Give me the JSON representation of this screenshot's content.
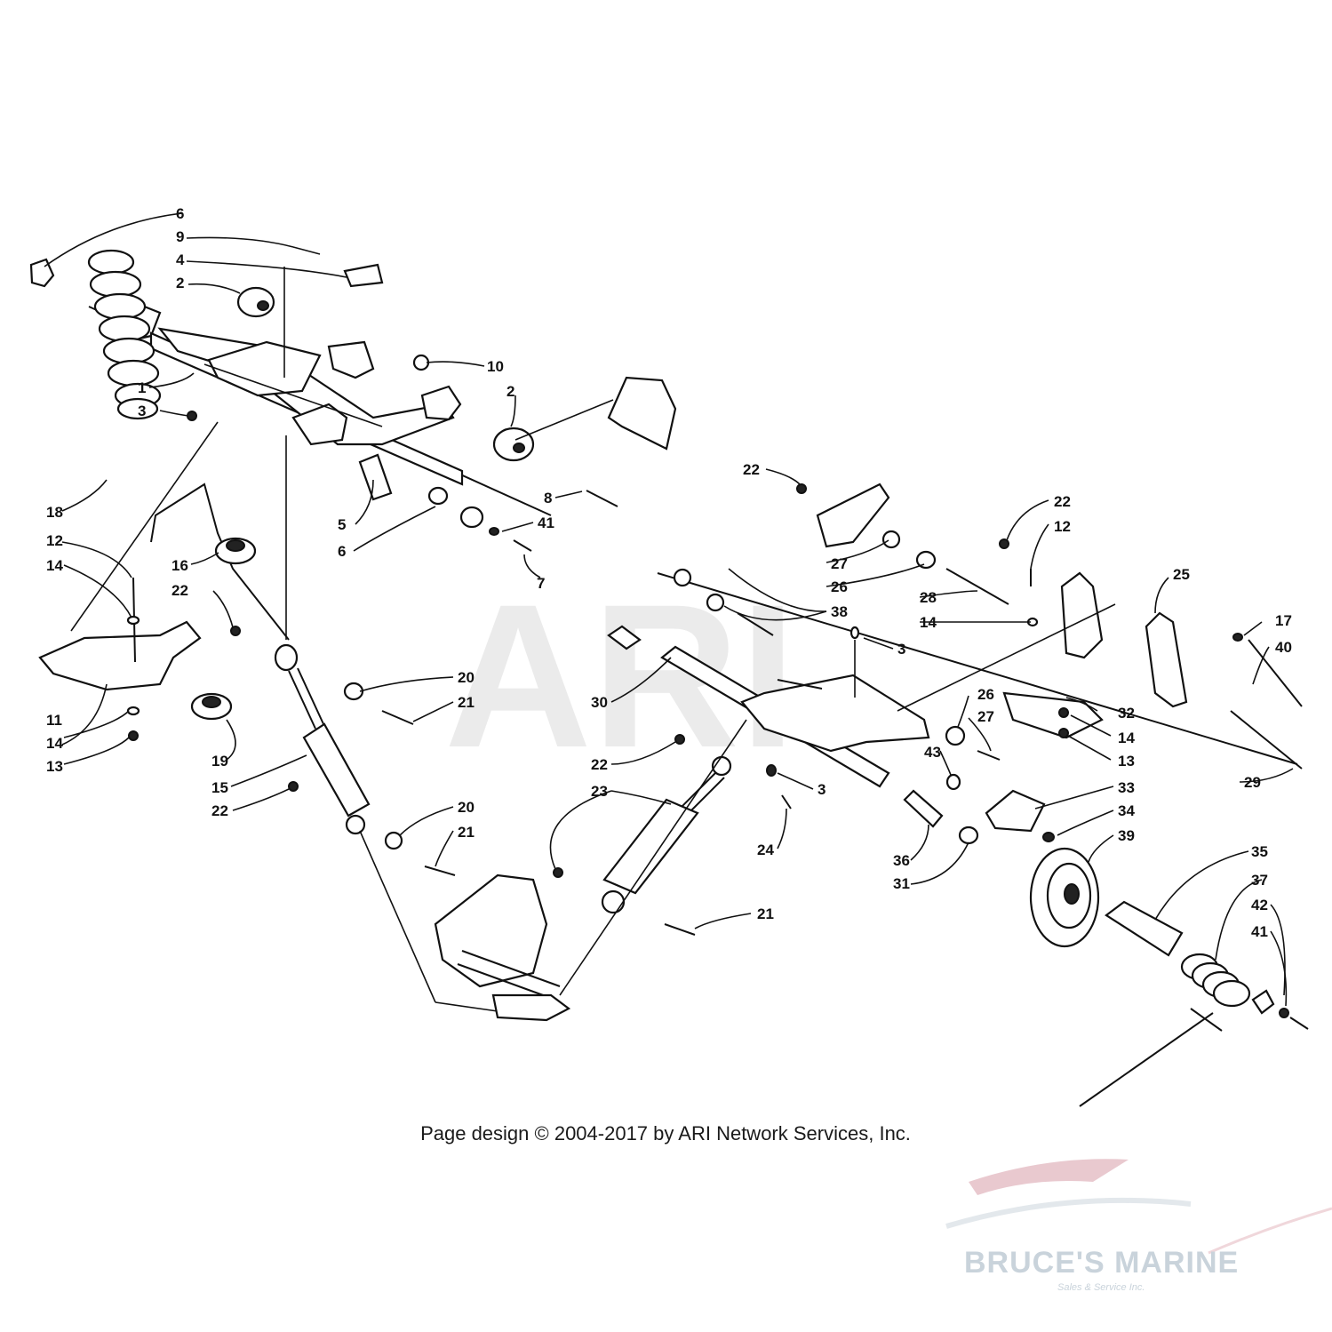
{
  "watermark": {
    "text": "ARI"
  },
  "copyright": "Page design © 2004-2017 by ARI Network Services, Inc.",
  "dealer_logo": {
    "name": "BRUCE'S MARINE",
    "tagline": "Sales & Service Inc."
  },
  "callouts": {
    "c1": "6",
    "c2": "9",
    "c3": "4",
    "c4": "2",
    "c5": "10",
    "c6": "1",
    "c7": "3",
    "c8": "2",
    "c9": "18",
    "c10": "8",
    "c11": "5",
    "c12": "41",
    "c13": "6",
    "c14": "12",
    "c15": "14",
    "c16": "16",
    "c17": "7",
    "c18": "22",
    "c19": "20",
    "c20": "21",
    "c21": "11",
    "c22": "14",
    "c23": "13",
    "c24": "19",
    "c25": "15",
    "c26": "22",
    "c27": "20",
    "c28": "21",
    "c29": "22",
    "c30": "22",
    "c31": "12",
    "c32": "27",
    "c33": "26",
    "c34": "28",
    "c35": "25",
    "c36": "38",
    "c37": "14",
    "c38": "17",
    "c39": "40",
    "c40": "3",
    "c41": "30",
    "c42": "26",
    "c43": "27",
    "c44": "32",
    "c45": "14",
    "c46": "22",
    "c47": "23",
    "c48": "3",
    "c49": "43",
    "c50": "13",
    "c51": "29",
    "c52": "33",
    "c53": "24",
    "c54": "34",
    "c55": "36",
    "c56": "39",
    "c57": "31",
    "c58": "35",
    "c59": "37",
    "c60": "21",
    "c61": "42",
    "c62": "41"
  }
}
